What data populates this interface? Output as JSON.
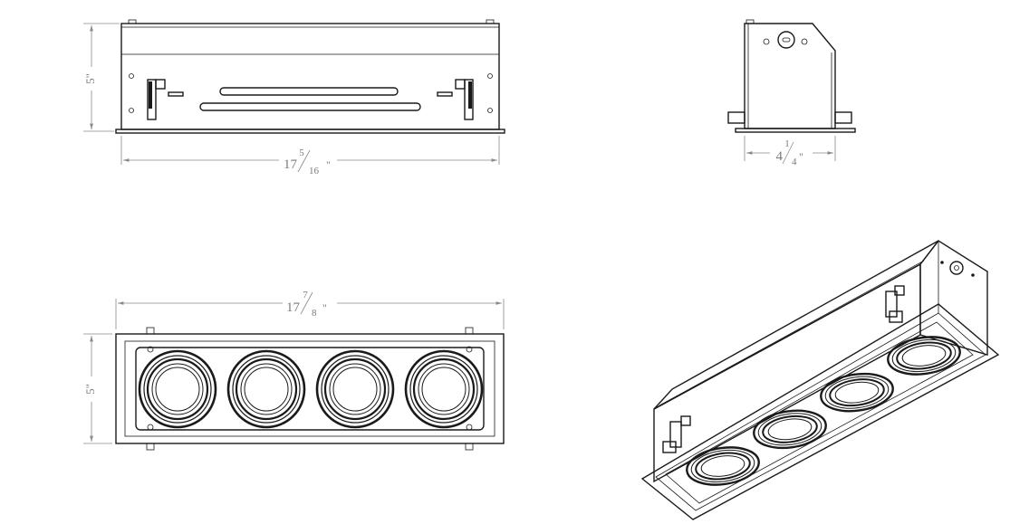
{
  "drawing": {
    "front_view": {
      "width_whole": "17",
      "width_num": "5",
      "width_den": "16",
      "width_unit": "\"",
      "height_label": "5\""
    },
    "side_view": {
      "width_whole": "4",
      "width_num": "1",
      "width_den": "4",
      "width_unit": "\""
    },
    "bottom_view": {
      "width_whole": "17",
      "width_num": "7",
      "width_den": "8",
      "width_unit": "\"",
      "height_label": "5\"",
      "lamp_count": 4
    },
    "isometric_view": {
      "lamp_count": 4
    }
  }
}
